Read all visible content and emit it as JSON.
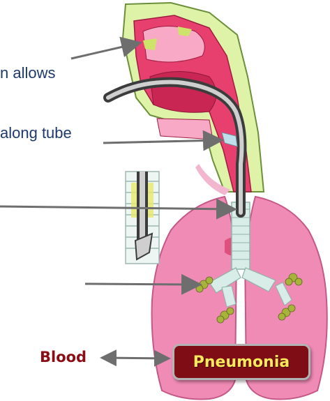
{
  "labels": {
    "label_1": "n allows",
    "label_2": "along tube"
  },
  "relation": {
    "left": "Blood",
    "right": "Pneumonia"
  },
  "colors": {
    "lung_pink": "#f08bb6",
    "tissue_red": "#e8406e",
    "airway_green": "#dff3a8",
    "arrow_gray": "#6e6e6e",
    "label_blue": "#1d3a6b",
    "box_red": "#7e0d16",
    "box_text_yellow": "#ffe85a"
  }
}
